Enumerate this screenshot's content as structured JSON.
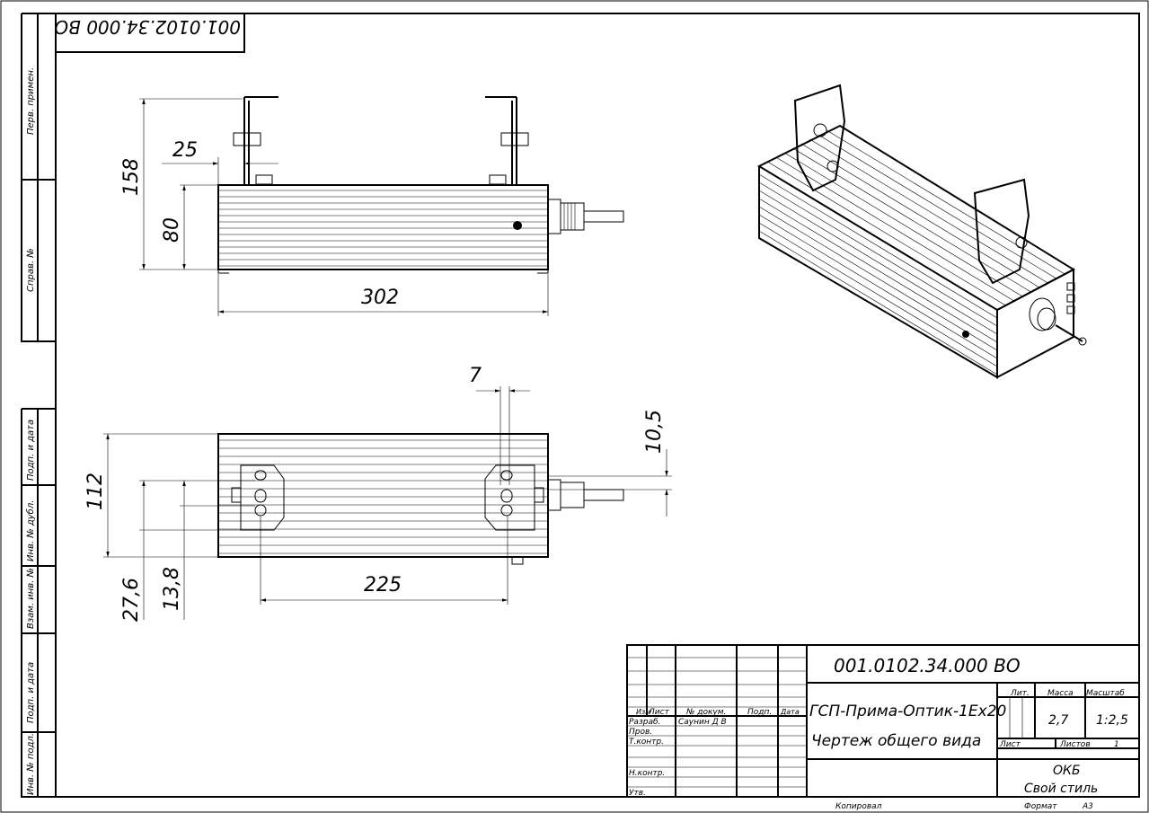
{
  "drawing": {
    "designation": "001.0102.34.000 ВО",
    "designation_rotated": "001.0102.34.000 ВО",
    "name_line1": "ГСП-Прима-Оптик-1Ех20",
    "name_line2": "Чертеж общего вида"
  },
  "sidebar": [
    "Перв. примен.",
    "Справ. №",
    "Подп. и дата",
    "Инв. № дубл.",
    "Взам. инв. №",
    "Подп. и дата",
    "Инв. № подл."
  ],
  "dimensions": {
    "front": {
      "height_total": "158",
      "height_body": "80",
      "length": "302",
      "bracket_offset": "25"
    },
    "bottom": {
      "width": "112",
      "hole_spacing": "225",
      "offset_7": "7",
      "offset_10_5": "10,5",
      "slot_27_6": "27,6",
      "slot_13_8": "13,8"
    }
  },
  "title_block": {
    "headers": {
      "izm": "Изм",
      "list": "Лист",
      "doc_no": "№ докум.",
      "sign": "Подп.",
      "date": "Дата"
    },
    "roles": {
      "developer": "Разраб.",
      "checker": "Пров.",
      "tech_control": "Т.контр.",
      "norm_control": "Н.контр.",
      "approved": "Утв."
    },
    "developer_name": "Саунин Д В",
    "lit_label": "Лит.",
    "mass_label": "Масса",
    "scale_label": "Масштаб",
    "mass": "2,7",
    "scale": "1:2,5",
    "sheet_label": "Лист",
    "sheets_label": "Листов",
    "sheets": "1",
    "org_line1": "ОКБ",
    "org_line2": "Свой стиль",
    "copied": "Копировал",
    "format_label": "Формат",
    "format": "А3"
  }
}
